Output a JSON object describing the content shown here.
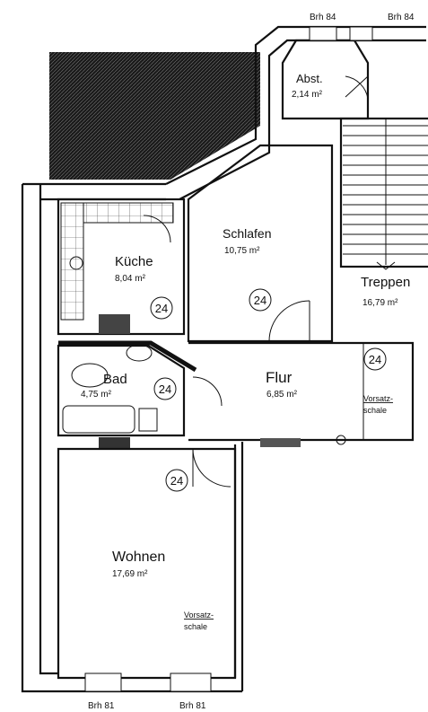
{
  "rooms": {
    "abst": {
      "name": "Abst.",
      "area": "2,14 m²"
    },
    "schlafen": {
      "name": "Schlafen",
      "area": "10,75 m²"
    },
    "kueche": {
      "name": "Küche",
      "area": "8,04 m²"
    },
    "treppen": {
      "name": "Treppen",
      "area": "16,79 m²"
    },
    "bad": {
      "name": "Bad",
      "area": "4,75 m²"
    },
    "flur": {
      "name": "Flur",
      "area": "6,85 m²"
    },
    "wohnen": {
      "name": "Wohnen",
      "area": "17,69 m²"
    }
  },
  "labels": {
    "brh_top_1": "Brh 84",
    "brh_top_2": "Brh 84",
    "brh_bottom_1": "Brh 81",
    "brh_bottom_2": "Brh 81",
    "vorsatz_flur_1": "Vorsatz-",
    "vorsatz_flur_2": "schale",
    "vorsatz_wohnen_1": "Vorsatz-",
    "vorsatz_wohnen_2": "schale"
  },
  "badges": {
    "kueche": "24",
    "schlafen": "24",
    "treppen": "24",
    "bad": "24",
    "wohnen": "24"
  },
  "colors": {
    "ink": "#111111",
    "hatch": "#1a1a1a",
    "paper": "#ffffff"
  }
}
